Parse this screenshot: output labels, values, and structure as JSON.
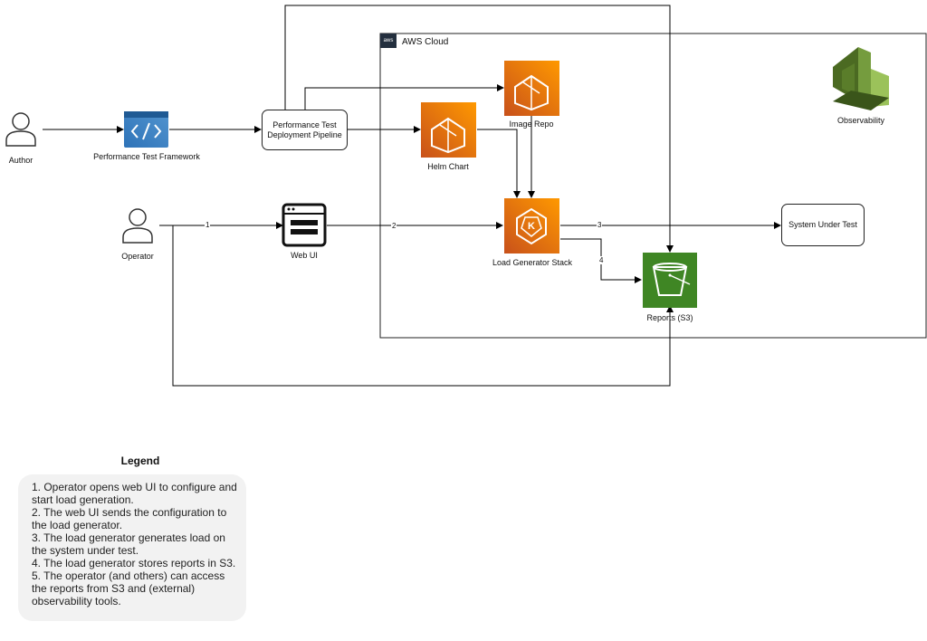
{
  "aws_cloud_label": "AWS Cloud",
  "aws_logo_text": "aws",
  "nodes": {
    "author": "Author",
    "framework": "Performance Test Framework",
    "pipeline_line1": "Performance Test",
    "pipeline_line2": "Deployment Pipeline",
    "helm": "Helm Chart",
    "image_repo": "Image Repo",
    "observability": "Observability",
    "operator": "Operator",
    "web_ui": "Web UI",
    "load_generator": "Load Generator Stack",
    "sut": "System Under Test",
    "reports": "Reports (S3)"
  },
  "steps": [
    "1",
    "2",
    "3",
    "4"
  ],
  "legend": {
    "title": "Legend",
    "items": [
      "1. Operator opens web UI to configure and start load generation.",
      "2. The web UI sends the configuration to the load generator.",
      "3. The load generator generates load on the system under test.",
      "4. The load generator stores reports in S3.",
      "5. The operator (and others) can access the reports from S3 and (external) observability tools."
    ]
  },
  "colors": {
    "orange_top": "#f78e04",
    "orange_bottom": "#d05c17",
    "green": "#3f8624",
    "blue": "#2e73b8",
    "obs_green": "#759c3e"
  }
}
